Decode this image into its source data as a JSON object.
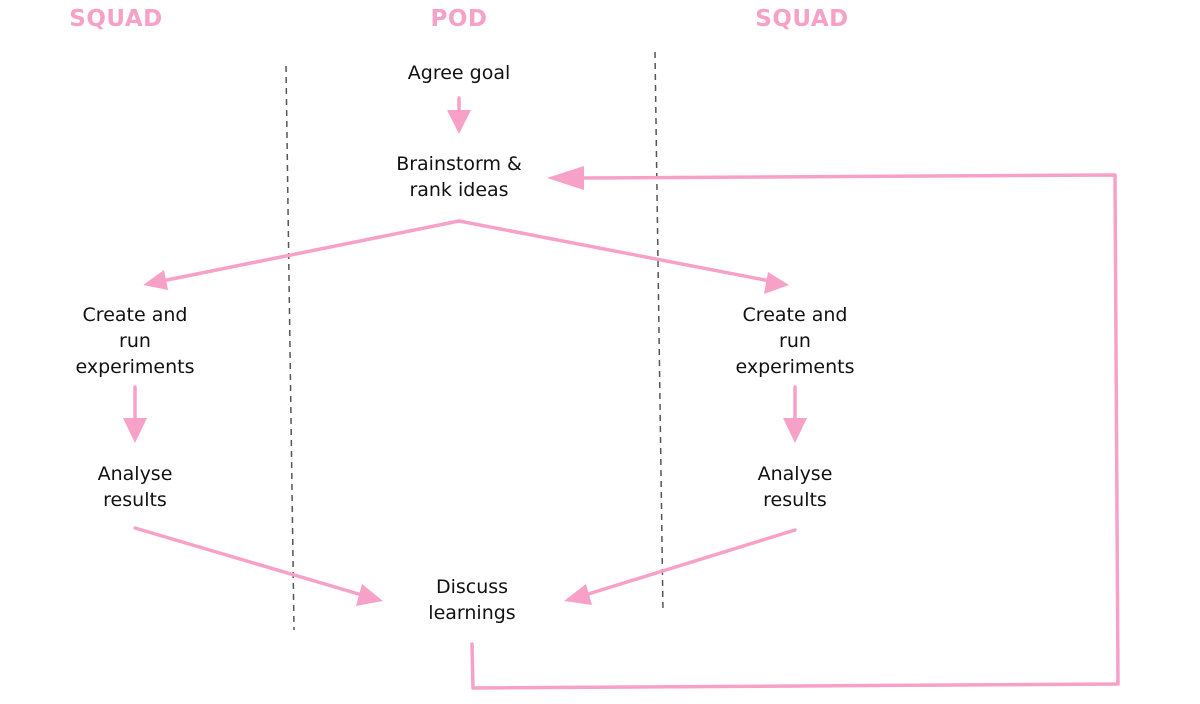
{
  "headings": {
    "left": "SQUAD",
    "center": "POD",
    "right": "SQUAD"
  },
  "nodes": {
    "agree_goal": [
      "Agree goal"
    ],
    "brainstorm": [
      "Brainstorm &",
      "rank ideas"
    ],
    "create_left": [
      "Create and",
      "run",
      "experiments"
    ],
    "analyse_left": [
      "Analyse",
      "results"
    ],
    "create_right": [
      "Create and",
      "run",
      "experiments"
    ],
    "analyse_right": [
      "Analyse",
      "results"
    ],
    "discuss": [
      "Discuss",
      "learnings"
    ]
  },
  "colors": {
    "accent": "#f7a1c9",
    "text": "#111111",
    "divider": "#555555"
  }
}
